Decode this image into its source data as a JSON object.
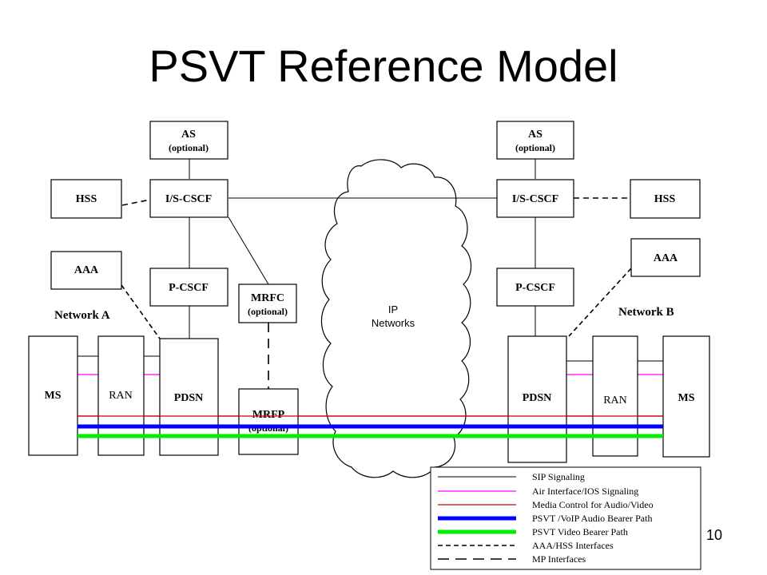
{
  "title": "PSVT Reference Model",
  "page_number": "10",
  "networks": {
    "a": "Network A",
    "b": "Network B"
  },
  "cloud": {
    "line1": "IP",
    "line2": "Networks"
  },
  "nodes": {
    "as_left": {
      "label": "AS",
      "sub": "(optional)"
    },
    "as_right": {
      "label": "AS",
      "sub": "(optional)"
    },
    "hss_left": {
      "label": "HSS"
    },
    "hss_right": {
      "label": "HSS"
    },
    "iscscf_left": {
      "label": "I/S-CSCF"
    },
    "iscscf_right": {
      "label": "I/S-CSCF"
    },
    "aaa_left": {
      "label": "AAA"
    },
    "aaa_right": {
      "label": "AAA"
    },
    "pcscf_left": {
      "label": "P-CSCF"
    },
    "pcscf_right": {
      "label": "P-CSCF"
    },
    "mrfc": {
      "label": "MRFC",
      "sub": "(optional)"
    },
    "mrfp": {
      "label": "MRFP",
      "sub": "(optional)"
    },
    "ms_left": {
      "label": "MS"
    },
    "ms_right": {
      "label": "MS"
    },
    "ran_left": {
      "label": "RAN"
    },
    "ran_right": {
      "label": "RAN"
    },
    "pdsn_left": {
      "label": "PDSN"
    },
    "pdsn_right": {
      "label": "PDSN"
    }
  },
  "legend": [
    {
      "label": "SIP Signaling",
      "color": "#000000",
      "style": "thin"
    },
    {
      "label": "Air Interface/IOS Signaling",
      "color": "#ff00ff",
      "style": "thin"
    },
    {
      "label": "Media Control for Audio/Video",
      "color": "#cc0000",
      "style": "thin"
    },
    {
      "label": "PSVT /VoIP Audio Bearer Path",
      "color": "#0000ff",
      "style": "thick"
    },
    {
      "label": "PSVT Video Bearer Path",
      "color": "#00ee00",
      "style": "thick"
    },
    {
      "label": "AAA/HSS Interfaces",
      "color": "#000000",
      "style": "dash-short"
    },
    {
      "label": "MP Interfaces",
      "color": "#000000",
      "style": "dash-long"
    }
  ]
}
